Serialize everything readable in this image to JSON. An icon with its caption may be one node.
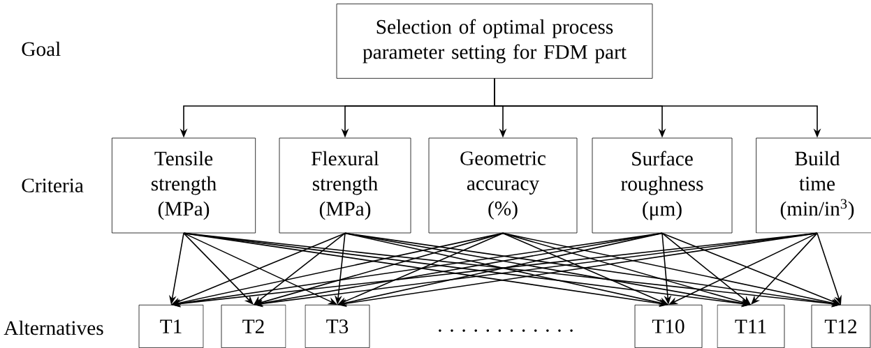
{
  "diagram": {
    "nodes": [
      {
        "text": [
          "Selection of optimal process parameter setting for FDM part"
        ]
      },
      {
        "text": [
          "Tensile strength (MPa)"
        ]
      },
      {
        "text": [
          "Flexural strength (MPa)"
        ]
      },
      {
        "text": [
          "Geometric accuracy (%)"
        ]
      },
      {
        "text": [
          "Surface roughness (μm)"
        ]
      },
      {
        "text": [
          "Build time (min/in$^{3}$)"
        ]
      },
      {
        "text": [
          "T1"
        ]
      },
      {
        "text": [
          "T2"
        ]
      },
      {
        "text": [
          "T3"
        ]
      },
      {
        "text": [
          "T10"
        ]
      },
      {
        "text": [
          "T11"
        ]
      },
      {
        "text": [
          "T12"
        ]
      }
    ],
    "edges": [
      {
        "from": 0,
        "to": 1,
        "arrow": "to"
      },
      {
        "from": 0,
        "to": 2,
        "arrow": "to"
      },
      {
        "from": 0,
        "to": 3,
        "arrow": "to"
      },
      {
        "from": 0,
        "to": 4,
        "arrow": "to"
      },
      {
        "from": 0,
        "to": 5,
        "arrow": "to"
      },
      {
        "from": 1,
        "to": 6,
        "arrow": "to"
      },
      {
        "from": 1,
        "to": 7,
        "arrow": "to"
      },
      {
        "from": 1,
        "to": 8,
        "arrow": "to"
      },
      {
        "from": 1,
        "to": 9,
        "arrow": "to"
      },
      {
        "from": 1,
        "to": 10,
        "arrow": "to"
      },
      {
        "from": 1,
        "to": 11,
        "arrow": "to"
      },
      {
        "from": 2,
        "to": 6,
        "arrow": "to"
      },
      {
        "from": 2,
        "to": 7,
        "arrow": "to"
      },
      {
        "from": 2,
        "to": 8,
        "arrow": "to"
      },
      {
        "from": 2,
        "to": 9,
        "arrow": "to"
      },
      {
        "from": 2,
        "to": 10,
        "arrow": "to"
      },
      {
        "from": 2,
        "to": 11,
        "arrow": "to"
      },
      {
        "from": 3,
        "to": 6,
        "arrow": "to"
      },
      {
        "from": 3,
        "to": 7,
        "arrow": "to"
      },
      {
        "from": 3,
        "to": 8,
        "arrow": "to"
      },
      {
        "from": 3,
        "to": 9,
        "arrow": "to"
      },
      {
        "from": 3,
        "to": 10,
        "arrow": "to"
      },
      {
        "from": 3,
        "to": 11,
        "arrow": "to"
      },
      {
        "from": 4,
        "to": 6,
        "arrow": "to"
      },
      {
        "from": 4,
        "to": 7,
        "arrow": "to"
      },
      {
        "from": 4,
        "to": 8,
        "arrow": "to"
      },
      {
        "from": 4,
        "to": 9,
        "arrow": "to"
      },
      {
        "from": 4,
        "to": 10,
        "arrow": "to"
      },
      {
        "from": 4,
        "to": 11,
        "arrow": "to"
      },
      {
        "from": 5,
        "to": 6,
        "arrow": "to"
      },
      {
        "from": 5,
        "to": 7,
        "arrow": "to"
      },
      {
        "from": 5,
        "to": 8,
        "arrow": "to"
      },
      {
        "from": 5,
        "to": 9,
        "arrow": "to"
      },
      {
        "from": 5,
        "to": 10,
        "arrow": "to"
      },
      {
        "from": 5,
        "to": 11,
        "arrow": "to"
      }
    ],
    "labels": [
      "Goal",
      "Criteria",
      "Alternatives",
      ". . . . . . . . . . . ."
    ]
  }
}
